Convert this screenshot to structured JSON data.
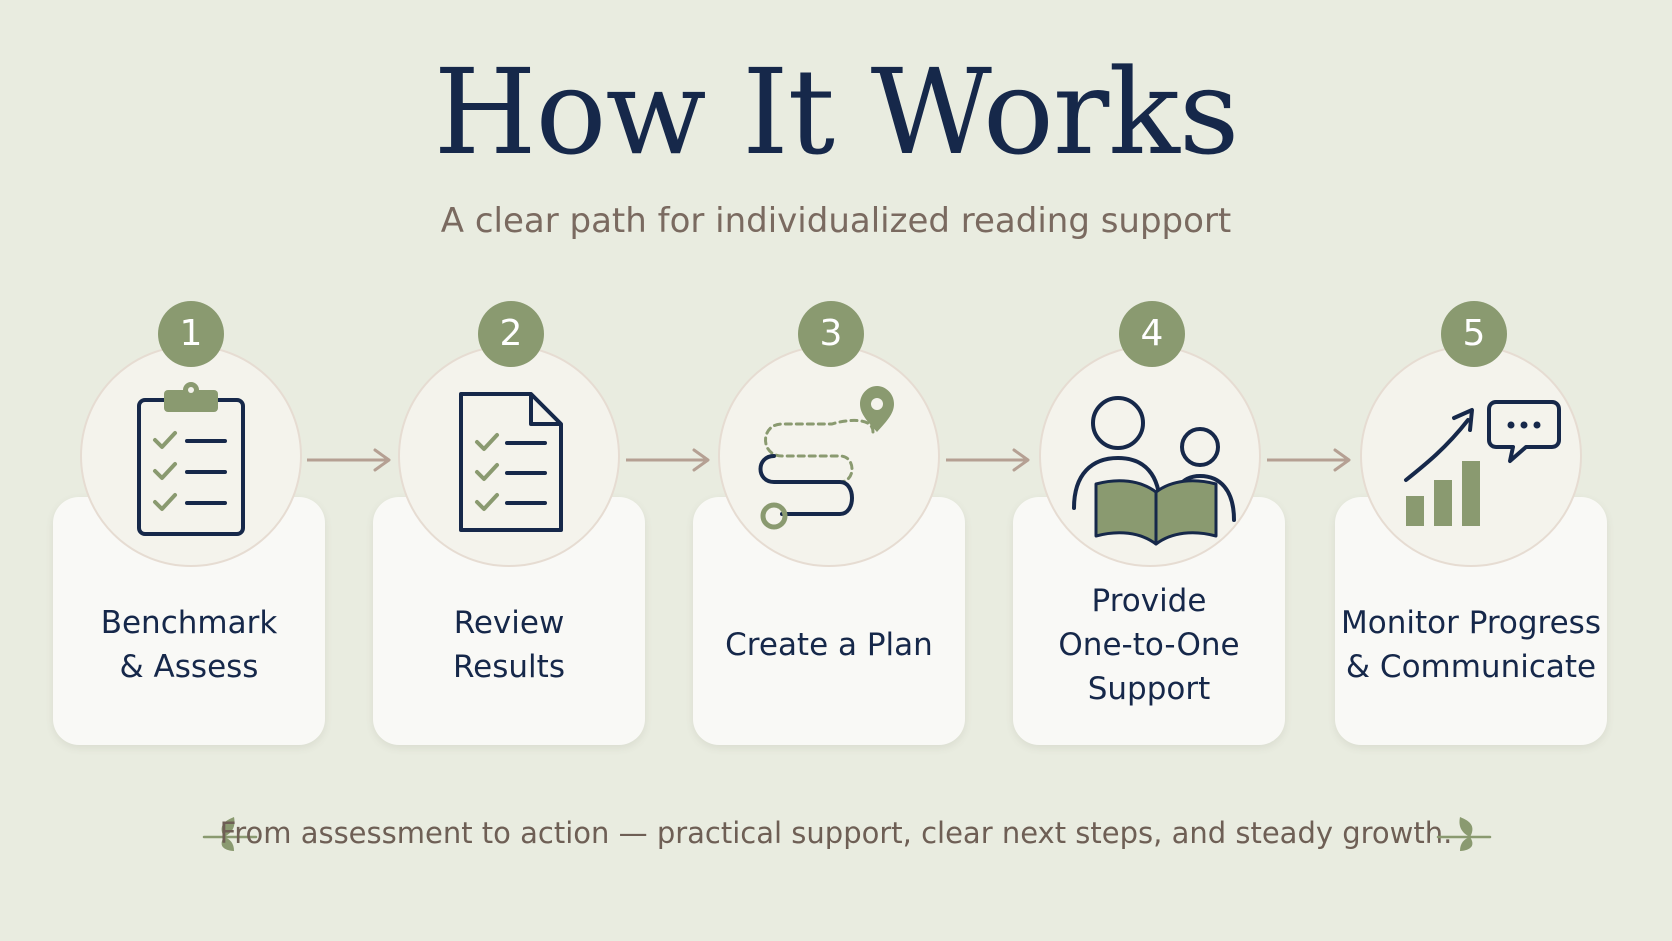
{
  "header": {
    "title": "How It Works",
    "subtitle": "A clear path for individualized reading support"
  },
  "steps": [
    {
      "number": "1",
      "label": "Benchmark\n& Assess",
      "icon": "clipboard-checklist-icon"
    },
    {
      "number": "2",
      "label": "Review\nResults",
      "icon": "document-checklist-icon"
    },
    {
      "number": "3",
      "label": "Create a Plan",
      "icon": "route-map-pin-icon"
    },
    {
      "number": "4",
      "label": "Provide\nOne-to-One\nSupport",
      "icon": "people-reading-book-icon"
    },
    {
      "number": "5",
      "label": "Monitor Progress\n& Communicate",
      "icon": "growth-chart-chat-icon"
    }
  ],
  "footer": {
    "text": "From assessment to action — practical support, clear next steps, and steady growth."
  },
  "colors": {
    "background": "#e9ece0",
    "navy": "#16284a",
    "sage": "#8a9a70",
    "arrow": "#b5a093",
    "card": "#f9f9f6"
  }
}
